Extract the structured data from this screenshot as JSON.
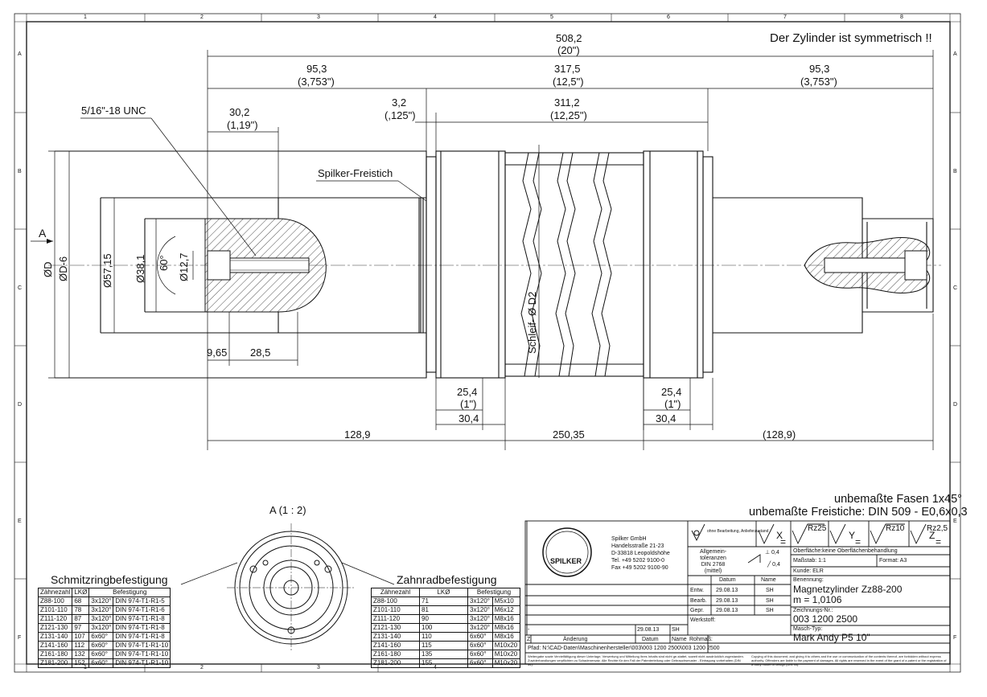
{
  "header_note": "Der Zylinder ist symmetrisch !!",
  "zones": {
    "cols": [
      "1",
      "2",
      "3",
      "4",
      "5",
      "6",
      "7",
      "8"
    ],
    "rows": [
      "A",
      "B",
      "C",
      "D",
      "E",
      "F"
    ]
  },
  "dims": {
    "overall": "508,2",
    "overall_in": "(20\")",
    "left_shaft": "95,3",
    "left_shaft_in": "(3,753\")",
    "mid": "317,5",
    "mid_in": "(12,5\")",
    "right_shaft": "95,3",
    "right_shaft_in": "(3,753\")",
    "thread": "5/16\"-18 UNC",
    "d302": "30,2",
    "d302_in": "(1,19\")",
    "d32": "3,2",
    "d32_in": "(,125\")",
    "d3112": "311,2",
    "d3112_in": "(12,25\")",
    "freistich": "Spilker-Freistich",
    "dia_d": "ØD",
    "dia_d6": "ØD-6",
    "dia_5715": "Ø57,15",
    "dia_381": "Ø38,1",
    "angle": "60°",
    "dia_127": "Ø12,7",
    "d965": "9,65",
    "d285": "28,5",
    "schleif": "Schleif- Ø D2",
    "left254": "25,4",
    "left254_in": "(1\")",
    "left304": "30,4",
    "right254": "25,4",
    "right254_in": "(1\")",
    "right304": "30,4",
    "d1289": "128,9",
    "d25035": "250,35",
    "d1289r": "(128,9)",
    "view_a": "A"
  },
  "notes": {
    "fasen": "unbemaßte Fasen 1x45°",
    "freistiche": "unbemaßte Freistiche: DIN 509 - E0,6x0,3",
    "view_title": "A  (1 : 2)"
  },
  "schmitz": {
    "title": "Schmitzringbefestigung",
    "headers": [
      "Zähnezahl",
      "LKØ",
      "Befestigung"
    ],
    "rows": [
      [
        "Z88-100",
        "68",
        "3x120°",
        "DIN 974-T1-R1-5"
      ],
      [
        "Z101-110",
        "78",
        "3x120°",
        "DIN 974-T1-R1-6"
      ],
      [
        "Z111-120",
        "87",
        "3x120°",
        "DIN 974-T1-R1-8"
      ],
      [
        "Z121-130",
        "97",
        "3x120°",
        "DIN 974-T1-R1-8"
      ],
      [
        "Z131-140",
        "107",
        "6x60°",
        "DIN 974-T1-R1-8"
      ],
      [
        "Z141-160",
        "112",
        "6x60°",
        "DIN 974-T1-R1-10"
      ],
      [
        "Z161-180",
        "132",
        "6x60°",
        "DIN 974-T1-R1-10"
      ],
      [
        "Z181-200",
        "152",
        "6x60°",
        "DIN 974-T1-R1-10"
      ]
    ]
  },
  "zahnrad": {
    "title": "Zahnradbefestigung",
    "headers": [
      "Zähnezahl",
      "LKØ",
      "Befestigung"
    ],
    "rows": [
      [
        "Z88-100",
        "71",
        "3x120°",
        "M5x10"
      ],
      [
        "Z101-110",
        "81",
        "3x120°",
        "M6x12"
      ],
      [
        "Z111-120",
        "90",
        "3x120°",
        "M8x16"
      ],
      [
        "Z121-130",
        "100",
        "3x120°",
        "M8x16"
      ],
      [
        "Z131-140",
        "110",
        "6x60°",
        "M8x16"
      ],
      [
        "Z141-160",
        "115",
        "6x60°",
        "M10x20"
      ],
      [
        "Z161-180",
        "135",
        "6x60°",
        "M10x20"
      ],
      [
        "Z181-200",
        "155",
        "6x60°",
        "M10x20"
      ]
    ]
  },
  "titleblock": {
    "company": "Spilker GmbH",
    "street": "Handelsstraße 21-23",
    "city": "D-33818 Leopoldshöhe",
    "tel": "Tel. +49 5202 9100-0",
    "fax": "Fax +49 5202 9100-90",
    "logo_text": "SPILKER",
    "surface_ohne": "ohne Bearbeitung, Anlieferzustand",
    "rz25": "Rz25",
    "rz10": "Rz10",
    "rz25b": "Rz2,5",
    "sym_x": "X",
    "sym_y": "Y",
    "sym_z": "Z",
    "eq": "=",
    "allg": "Allgemein-\ntoleranzen\nDIN 2768\n(mittel)",
    "tol1": "⊥ 0,4",
    "tol2": "╱ 0,4",
    "ober": "Oberfläche:keine Oberflächenbehandlung",
    "massstab": "Maßstab: 1:1",
    "format": "Format:  A3",
    "kunde": "Kunde: ELR",
    "benennung_lbl": "Benennung:",
    "benennung": "Magnetzylinder Zz88-200",
    "modul": "m = 1,0106",
    "zeich_lbl": "Zeichnungs-Nr.:",
    "zeichnr": "003 1200 2500",
    "masch_lbl": "Masch-Typ:",
    "maschtyp": "Mark Andy P5 10\"",
    "datum_h": "Datum",
    "name_h": "Name",
    "entw": "Entw.",
    "bearb": "Bearb.",
    "gepr": "Gepr.",
    "d1": "29.08.13",
    "d2": "29.08.13",
    "d3": "29.08.13",
    "n1": "SH",
    "n2": "SH",
    "n3": "SH",
    "werkstoff": "Werkstoff:",
    "rohmass": "Rohmaß:",
    "dash": "-",
    "aend_date": "29.08.13",
    "aend_name": "SH",
    "aenderung": "Änderung",
    "datum2": "Datum",
    "name2": "Name",
    "z": "Z",
    "pfad": "Pfad: N:\\CAD-Daten\\Maschinenhersteller\\003\\003 1200 2500\\003 1200 2500",
    "legal_de": "Weitergabe sowie Vervielfältigung dieser Unterlage, Verwertung und Mitteilung ihres Inhalts sind nicht ge-stattet, soweit nicht ausdrücklich zugestanden. Zuwiderhandlungen verpflichten zu Schadenersatz. Alle Rechte für den Fall der Patenterteilung oder Gebrauchsmuster - Eintragung vorbehalten (DIN 34).",
    "legal_en": "Copying of this document, and giving it to others and the use or communication of the contents thereof, are forbidden without express authority. Offenders are liable to the payment of damages. All rights are reserved in the event of the grant of a patent or the registration of a utility model or design (DIN 34)."
  }
}
